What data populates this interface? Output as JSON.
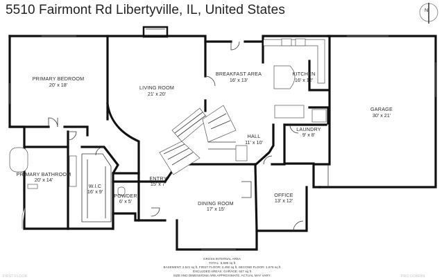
{
  "title": "5510 Fairmont Rd Libertyville, IL, United States",
  "compass_label": "N",
  "rooms": [
    {
      "name": "PRIMARY BEDROOM",
      "dims": "20' x 18'"
    },
    {
      "name": "LIVING ROOM",
      "dims": "21' x 20'"
    },
    {
      "name": "BREAKFAST AREA",
      "dims": "16' x 13'"
    },
    {
      "name": "KITCHEN",
      "dims": "16' x 12'"
    },
    {
      "name": "GARAGE",
      "dims": "30' x 21'"
    },
    {
      "name": "LAUNDRY",
      "dims": "9' x 8'"
    },
    {
      "name": "HALL",
      "dims": "11' x 10'"
    },
    {
      "name": "PRIMARY BATHROOM",
      "dims": "20' x 14'"
    },
    {
      "name": "W.I.C",
      "dims": "16' x 9'"
    },
    {
      "name": "POWDER",
      "dims": "6' x 5'"
    },
    {
      "name": "ENTRY",
      "dims": "15' x 7'"
    },
    {
      "name": "DINING ROOM",
      "dims": "17' x 15'"
    },
    {
      "name": "OFFICE",
      "dims": "13' x 12'"
    }
  ],
  "footer": {
    "line1": "GROSS INTERNAL AREA",
    "line2": "TOTAL: 6,589 sq ft",
    "line3": "BASEMENT: 2,521 sq ft, FIRST FLOOR: 2,492 sq ft, SECOND FLOOR: 1,676 sq ft",
    "line4": "EXCLUDED AREAS: GARAGE: 647 sq ft",
    "line5": "SIZE AND DIMENSIONS ARE APPROXIMATE, ACTUAL MAY VARY."
  },
  "floor_label": "FIRST FLOOR",
  "watermark": "PRO DOBRIN",
  "colors": {
    "wall": "#111111",
    "text": "#2a2a2a",
    "watermark": "#c9c9c9"
  },
  "icons": [
    "compass-icon",
    "stair-icon",
    "door-swing-icon",
    "fixture-icon"
  ]
}
